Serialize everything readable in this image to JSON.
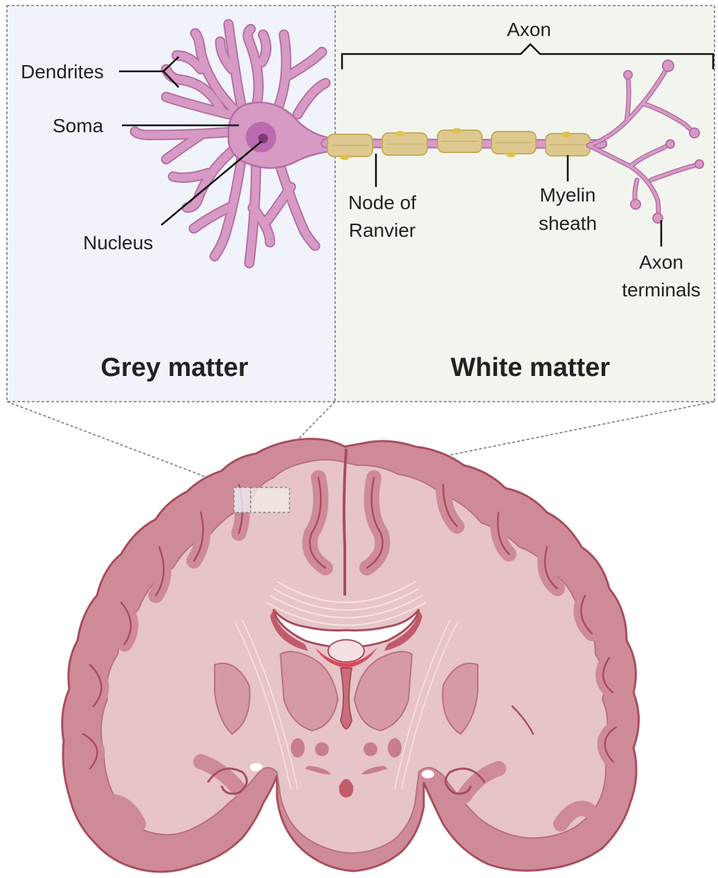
{
  "panels": {
    "grey_matter": {
      "title": "Grey matter",
      "fill": "#f0f4fa"
    },
    "white_matter": {
      "title": "White matter",
      "fill": "#f2f5ee"
    }
  },
  "labels": {
    "dendrites": "Dendrites",
    "soma": "Soma",
    "nucleus": "Nucleus",
    "axon": "Axon",
    "node_line1": "Node of",
    "node_line2": "Ranvier",
    "myelin_line1": "Myelin",
    "myelin_line2": "sheath",
    "terminals_line1": "Axon",
    "terminals_line2": "terminals"
  },
  "colors": {
    "neuron": "#d69ac4",
    "neuron_outline": "#b66ea5",
    "nucleus": "#a35597",
    "myelin": "#ddc98f",
    "brain_cortex": "#cf8a98",
    "brain_white": "#e6c4c8",
    "brain_outline": "#a84c5c",
    "ventricle_red": "#d84a5a"
  }
}
